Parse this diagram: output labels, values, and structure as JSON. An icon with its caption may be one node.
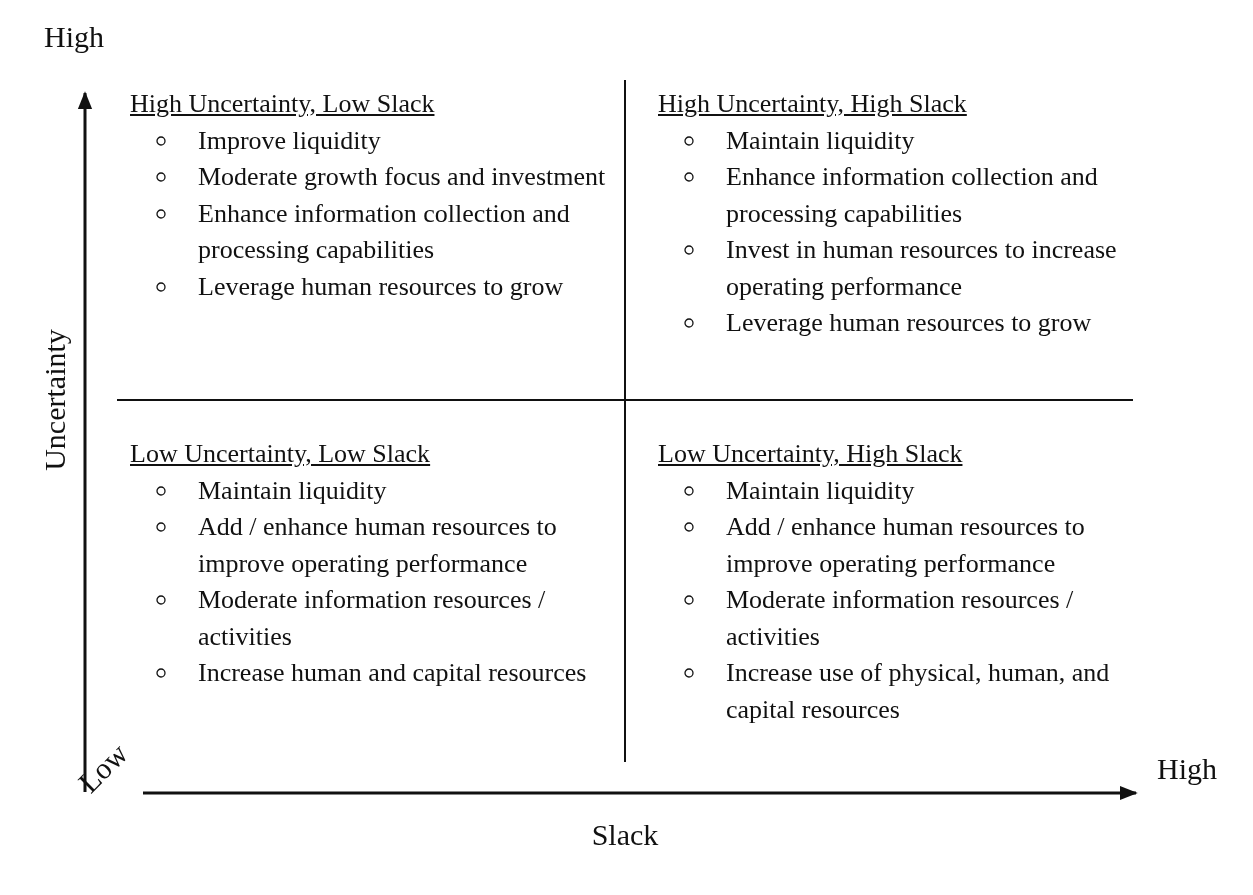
{
  "diagram": {
    "nodes": [
      {
        "text": [
          "High Uncertainty, Low Slack",
          "Improve liquidity",
          "Moderate growth focus and investment",
          "Enhance information collection and processing capabilities",
          "Leverage human resources to grow"
        ]
      },
      {
        "text": [
          "High Uncertainty, High Slack",
          "Maintain liquidity",
          "Enhance information collection and processing capabilities",
          "Invest in human resources to increase operating performance",
          "Leverage human resources to grow"
        ]
      },
      {
        "text": [
          "Low Uncertainty, Low Slack",
          "Maintain liquidity",
          "Add / enhance human resources to improve operating performance",
          "Moderate information resources / activities",
          "Increase human and capital resources"
        ]
      },
      {
        "text": [
          "Low Uncertainty, High Slack",
          "Maintain liquidity",
          "Add / enhance human resources to improve operating performance",
          "Moderate information resources / activities",
          "Increase use of physical, human, and capital resources"
        ]
      }
    ],
    "labels": [
      "High",
      "Uncertainty",
      "Low",
      "High",
      "Slack"
    ]
  }
}
